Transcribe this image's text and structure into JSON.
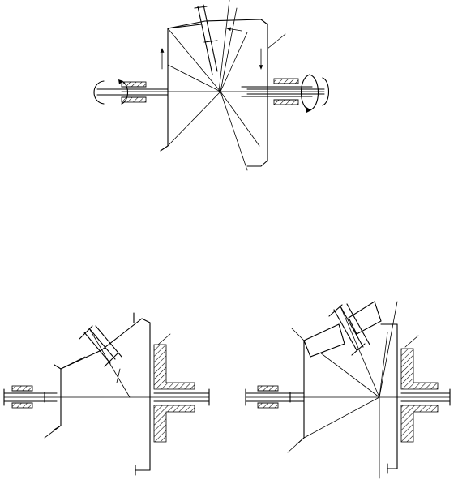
{
  "figures": [
    {
      "id": "top",
      "kind": "planetary-bevel-gear"
    },
    {
      "id": "bottom-left",
      "kind": "bevel-gear-with-fixed-housing"
    },
    {
      "id": "bottom-right",
      "kind": "bevel-gear-with-offset-planet"
    }
  ],
  "palette": {
    "line": "#000000",
    "background": "#ffffff"
  },
  "icons": [
    "rotation-arrow-icon",
    "bearing-hatch-icon",
    "direction-arrow-icon"
  ]
}
